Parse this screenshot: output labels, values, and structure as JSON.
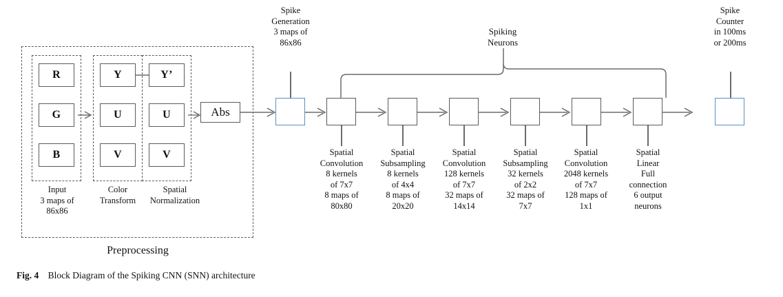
{
  "figure": {
    "caption_prefix": "Fig. 4",
    "caption_text": "Block Diagram of the Spiking CNN (SNN) architecture"
  },
  "colors": {
    "box_stroke": "#5a5a5a",
    "blue_stroke": "#5b8fc3",
    "connector": "#6b6b6b",
    "text": "#111111",
    "background": "#ffffff"
  },
  "preprocessing": {
    "section_label": "Preprocessing",
    "groups": [
      {
        "id": "input",
        "caption": "Input\n3 maps of\n86x86",
        "boxes": [
          "R",
          "G",
          "B"
        ]
      },
      {
        "id": "color-transform",
        "caption": "Color\nTransform",
        "boxes": [
          "Y",
          "U",
          "V"
        ]
      },
      {
        "id": "spatial-normalization",
        "caption": "Spatial\nNormalization",
        "boxes": [
          "Y’",
          "U",
          "V"
        ]
      }
    ],
    "abs_box": "Abs"
  },
  "spike_generation": {
    "label": "Spike\nGeneration\n3 maps of\n86x86"
  },
  "spiking_neurons": {
    "bracket_label": "Spiking\nNeurons",
    "layers": [
      {
        "id": "layer-1",
        "label": "Spatial\nConvolution\n8 kernels\nof 7x7\n8 maps of\n80x80"
      },
      {
        "id": "layer-2",
        "label": "Spatial\nSubsampling\n8 kernels\nof 4x4\n8 maps of\n20x20"
      },
      {
        "id": "layer-3",
        "label": "Spatial\nConvolution\n128 kernels\nof 7x7\n32 maps of\n14x14"
      },
      {
        "id": "layer-4",
        "label": "Spatial\nSubsampling\n32 kernels\nof 2x2\n32 maps of\n7x7"
      },
      {
        "id": "layer-5",
        "label": "Spatial\nConvolution\n2048 kernels\nof 7x7\n128 maps of\n1x1"
      },
      {
        "id": "layer-6",
        "label": "Spatial\nLinear\nFull\nconnection\n6 output\nneurons"
      }
    ]
  },
  "spike_counter": {
    "label": "Spike\nCounter\nin 100ms\nor 200ms"
  }
}
